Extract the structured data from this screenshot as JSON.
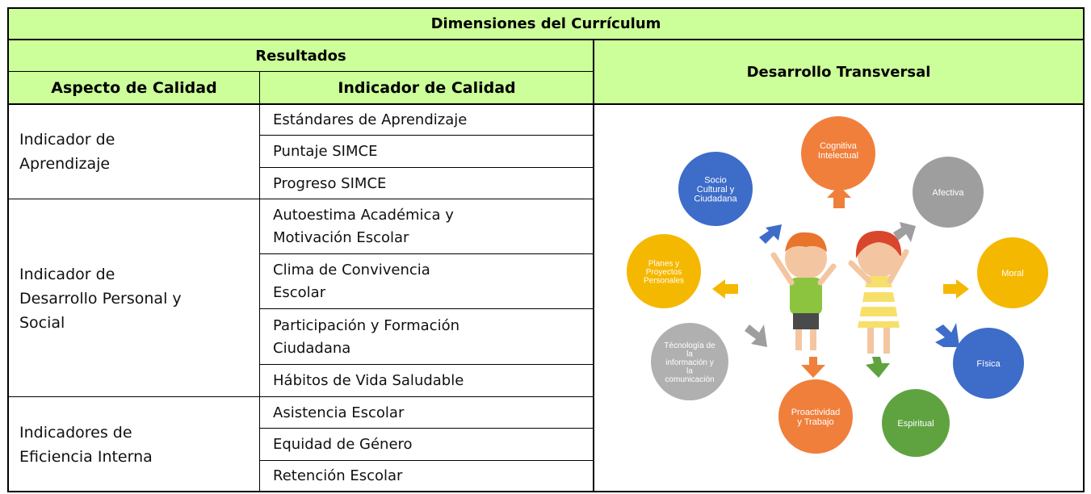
{
  "table": {
    "title": "Dimensiones del Currículum",
    "results_header": "Resultados",
    "col_aspect": "Aspecto de Calidad",
    "col_indicator": "Indicador de Calidad",
    "col_transversal": "Desarrollo Transversal",
    "groups": [
      {
        "aspect": "Indicador de Aprendizaje",
        "indicators": [
          "Estándares de Aprendizaje",
          "Puntaje SIMCE",
          "Progreso SIMCE"
        ]
      },
      {
        "aspect": "Indicador de Desarrollo Personal y Social",
        "indicators": [
          "Autoestima Académica y Motivación Escolar",
          "Clima de Convivencia Escolar",
          "Participación y Formación Ciudadana",
          "Hábitos de Vida Saludable"
        ]
      },
      {
        "aspect": "Indicadores de Eficiencia Interna",
        "indicators": [
          "Asistencia Escolar",
          "Equidad de Género",
          "Retención Escolar"
        ]
      }
    ]
  },
  "diagram": {
    "nodes": [
      {
        "label": "Cognitiva Intelectual",
        "color": "#f07f3c"
      },
      {
        "label": "Afectiva",
        "color": "#9e9e9e"
      },
      {
        "label": "Moral",
        "color": "#f5b800"
      },
      {
        "label": "Física",
        "color": "#3d6cc9"
      },
      {
        "label": "Espiritual",
        "color": "#5fa341"
      },
      {
        "label": "Proactividad y Trabajo",
        "color": "#f07f3c"
      },
      {
        "label": "Técnología de la información y la comunicación",
        "color": "#b0b0b0"
      },
      {
        "label": "Planes y Proyectos Personales",
        "color": "#f5b800"
      },
      {
        "label": "Socio Cultural y Ciudadana",
        "color": "#3d6cc9"
      }
    ]
  }
}
